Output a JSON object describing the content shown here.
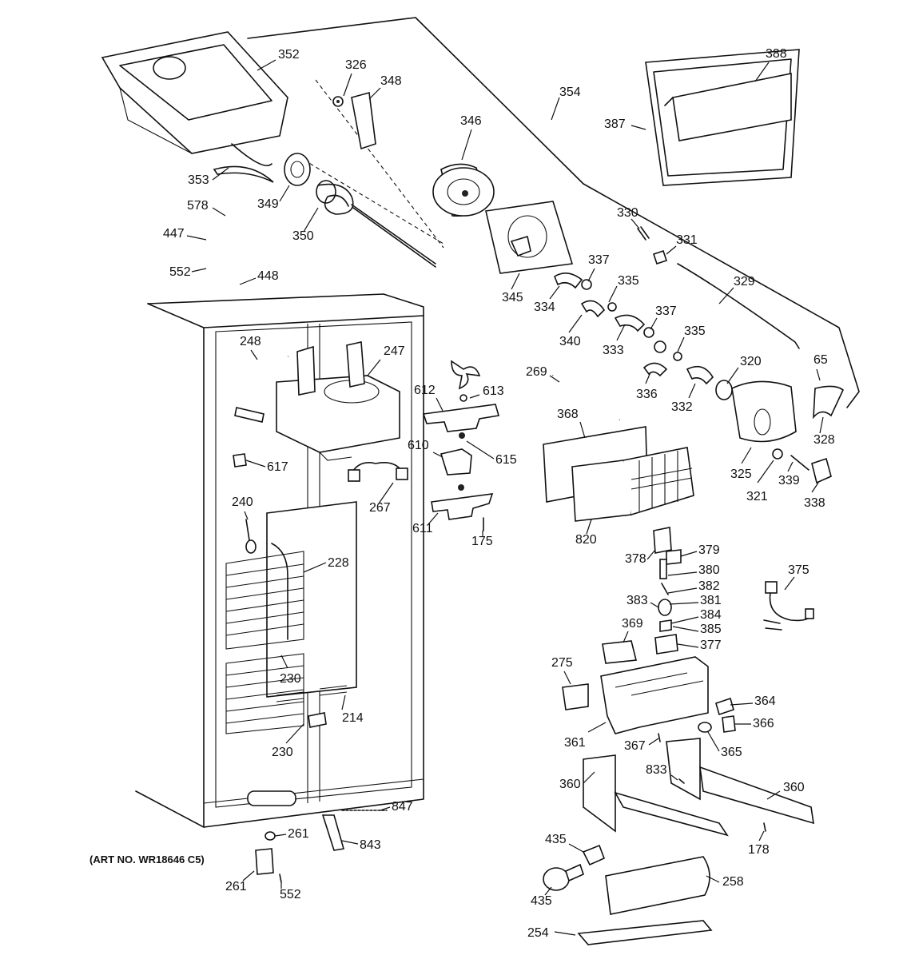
{
  "art_number": "(ART NO. WR18646 C5)",
  "callouts": [
    "352",
    "326",
    "348",
    "346",
    "354",
    "388",
    "387",
    "353",
    "349",
    "350",
    "578",
    "447",
    "552",
    "448",
    "345",
    "330",
    "331",
    "337",
    "334",
    "335",
    "329",
    "340",
    "333",
    "337",
    "336",
    "335",
    "332",
    "320",
    "65",
    "328",
    "325",
    "321",
    "339",
    "338",
    "248",
    "247",
    "613",
    "612",
    "610",
    "615",
    "611",
    "175",
    "269",
    "368",
    "820",
    "617",
    "267",
    "240",
    "228",
    "378",
    "379",
    "380",
    "382",
    "381",
    "383",
    "384",
    "385",
    "377",
    "369",
    "375",
    "275",
    "361",
    "364",
    "366",
    "367",
    "365",
    "230",
    "214",
    "230",
    "833",
    "360",
    "360",
    "178",
    "847",
    "843",
    "261",
    "261",
    "552",
    "435",
    "435",
    "258",
    "254"
  ]
}
